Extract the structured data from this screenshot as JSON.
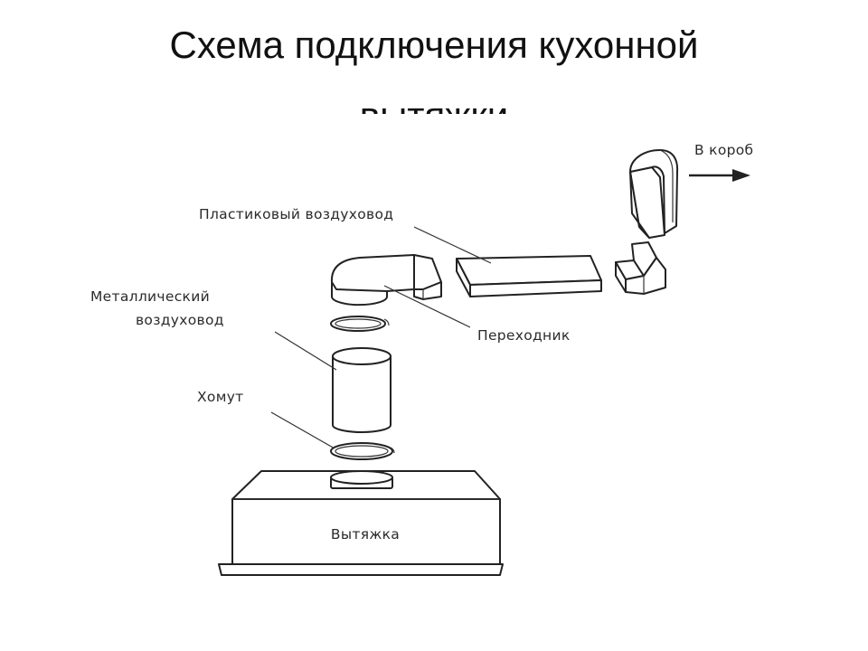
{
  "title": {
    "line1": "Схема подключения кухонной",
    "line2": "вытяжки"
  },
  "labels": {
    "to_box": "В короб",
    "plastic_duct": "Пластиковый воздуховод",
    "metal_duct_line1": "Металлический",
    "metal_duct_line2": "воздуховод",
    "adapter": "Переходник",
    "clamp": "Хомут",
    "hood": "Вытяжка"
  },
  "colors": {
    "stroke": "#222222",
    "text": "#2b2b2b",
    "background": "#ffffff"
  },
  "icons": {
    "flow_arrow": "arrow-right-icon"
  }
}
